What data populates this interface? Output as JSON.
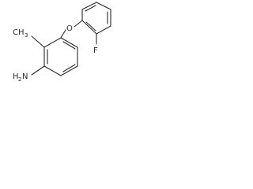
{
  "molecule": {
    "atoms": {
      "oxygen": "O",
      "fluorine": "F",
      "methyl": "CH",
      "methyl_subscript": "3",
      "amine": "H",
      "amine_subscript": "2",
      "amine_element": "N"
    }
  }
}
